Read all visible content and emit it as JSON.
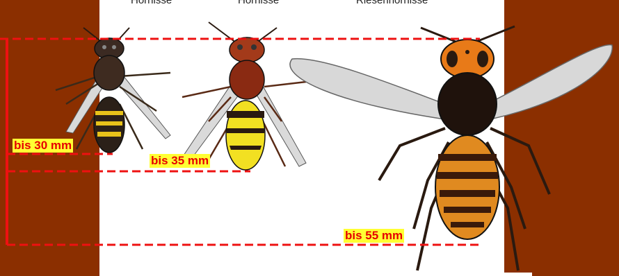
{
  "labels": {
    "titles": [
      "Hornisse",
      "Hornisse",
      "Riesenhornisse"
    ],
    "sizes": [
      "bis 30 mm",
      "bis 35 mm",
      "bis 55 mm"
    ]
  },
  "colors": {
    "background_panel": "#8b2f00",
    "measure_line": "#ee1111",
    "label_bg": "#ffff33",
    "label_text": "#e60000"
  },
  "icons": [
    "asian-hornet-drawing",
    "european-hornet-drawing",
    "giant-hornet-drawing"
  ]
}
